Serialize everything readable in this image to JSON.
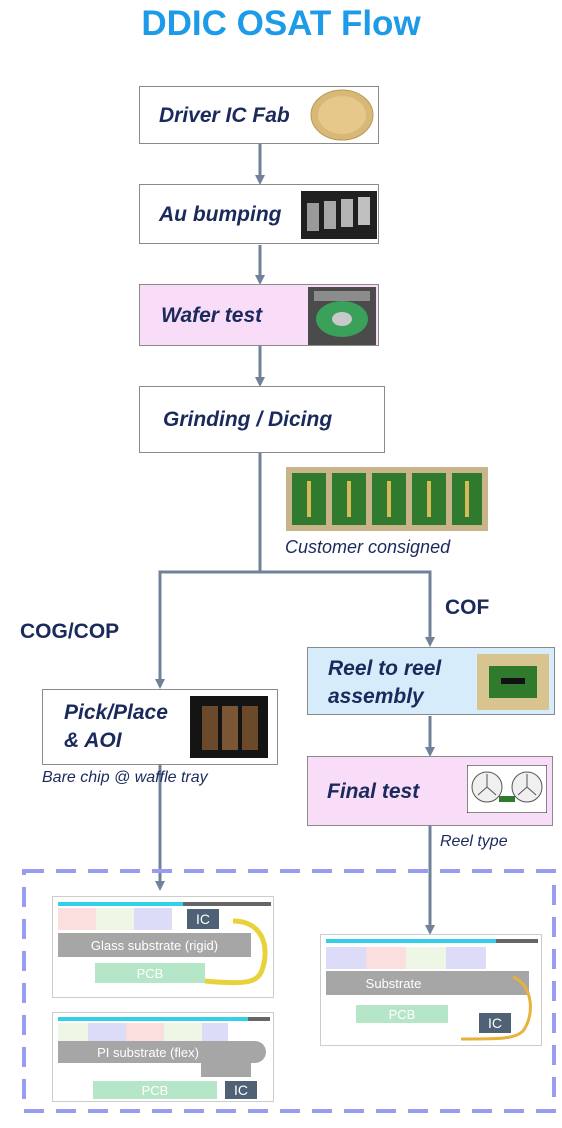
{
  "title": "DDIC OSAT Flow",
  "steps": {
    "fab": "Driver IC Fab",
    "bumping": "Au bumping",
    "wafer_test": "Wafer test",
    "grinding": "Grinding / Dicing",
    "pick_place_1": "Pick/Place",
    "pick_place_2": "& AOI",
    "reel_1": "Reel to reel",
    "reel_2": "assembly",
    "final_test": "Final test"
  },
  "captions": {
    "customer": "Customer consigned",
    "bare_chip": "Bare chip @ waffle tray",
    "reel_type": "Reel type"
  },
  "branches": {
    "cog": "COG/COP",
    "cof": "COF"
  },
  "panels": {
    "glass": {
      "ic": "IC",
      "substrate": "Glass substrate (rigid)",
      "pcb": "PCB"
    },
    "flex": {
      "substrate": "PI substrate (flex)",
      "pcb": "PCB",
      "ic": "IC"
    },
    "cof": {
      "substrate": "Substrate",
      "pcb": "PCB",
      "ic": "IC"
    }
  },
  "colors": {
    "title": "#1e9be8",
    "label": "#1b2a5c",
    "pink_box": "#f8dcf8",
    "blue_box": "#d6ecfa",
    "connector": "#6f8299",
    "dashed_border": "#9a9cf0"
  }
}
